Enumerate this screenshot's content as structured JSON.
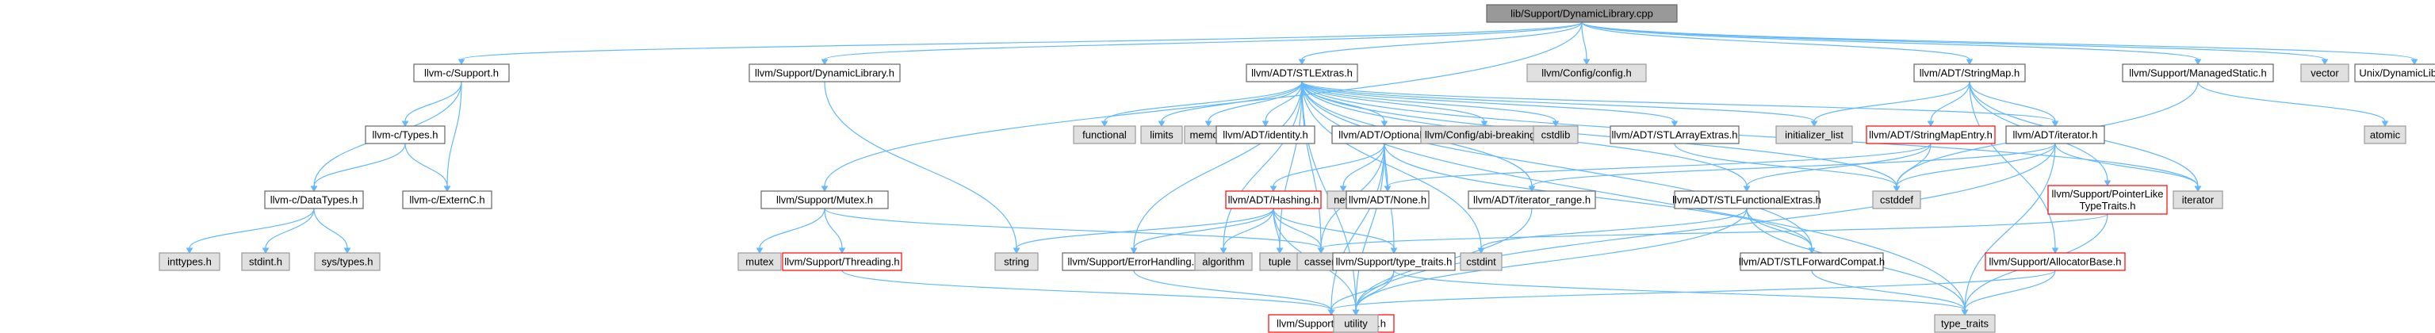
{
  "diagram": {
    "type": "include-dependency-graph",
    "colors": {
      "edge": "#63B8FF",
      "root_fill": "#999999",
      "root_border": "#666666",
      "internal_fill": "#ffffff",
      "internal_border": "#666666",
      "highlight_border": "#ff0000",
      "system_fill": "#e0e0e0",
      "system_border": "#999999"
    },
    "nodes": [
      {
        "id": "root",
        "label": "lib/Support/DynamicLibrary.cpp",
        "kind": "root"
      },
      {
        "id": "c_support",
        "label": "llvm-c/Support.h",
        "kind": "internal"
      },
      {
        "id": "support_dynlib",
        "label": "llvm/Support/DynamicLibrary.h",
        "kind": "internal"
      },
      {
        "id": "stlextras",
        "label": "llvm/ADT/STLExtras.h",
        "kind": "internal"
      },
      {
        "id": "config_config",
        "label": "llvm/Config/config.h",
        "kind": "system"
      },
      {
        "id": "stringmap",
        "label": "llvm/ADT/StringMap.h",
        "kind": "internal"
      },
      {
        "id": "managedstatic",
        "label": "llvm/Support/ManagedStatic.h",
        "kind": "internal"
      },
      {
        "id": "vector",
        "label": "vector",
        "kind": "system"
      },
      {
        "id": "unix_dynlib",
        "label": "Unix/DynamicLibrary.inc",
        "kind": "internal"
      },
      {
        "id": "c_types",
        "label": "llvm-c/Types.h",
        "kind": "internal"
      },
      {
        "id": "c_datatypes",
        "label": "llvm-c/DataTypes.h",
        "kind": "internal"
      },
      {
        "id": "c_externc",
        "label": "llvm-c/ExternC.h",
        "kind": "internal"
      },
      {
        "id": "inttypes",
        "label": "inttypes.h",
        "kind": "system"
      },
      {
        "id": "stdint_h",
        "label": "stdint.h",
        "kind": "system"
      },
      {
        "id": "systypes",
        "label": "sys/types.h",
        "kind": "system"
      },
      {
        "id": "support_mutex",
        "label": "llvm/Support/Mutex.h",
        "kind": "internal"
      },
      {
        "id": "mutex",
        "label": "mutex",
        "kind": "system"
      },
      {
        "id": "support_threading",
        "label": "llvm/Support/Threading.h",
        "kind": "highlight"
      },
      {
        "id": "functional",
        "label": "functional",
        "kind": "system"
      },
      {
        "id": "limits",
        "label": "limits",
        "kind": "system"
      },
      {
        "id": "memory",
        "label": "memory",
        "kind": "system"
      },
      {
        "id": "adt_identity",
        "label": "llvm/ADT/identity.h",
        "kind": "internal"
      },
      {
        "id": "adt_optional",
        "label": "llvm/ADT/Optional.h",
        "kind": "internal"
      },
      {
        "id": "config_abi",
        "label": "llvm/Config/abi-breaking.h",
        "kind": "system"
      },
      {
        "id": "cstdlib",
        "label": "cstdlib",
        "kind": "system"
      },
      {
        "id": "stlarrayextras",
        "label": "llvm/ADT/STLArrayExtras.h",
        "kind": "internal"
      },
      {
        "id": "initializer_list",
        "label": "initializer_list",
        "kind": "system"
      },
      {
        "id": "stringmapentry",
        "label": "llvm/ADT/StringMapEntry.h",
        "kind": "highlight"
      },
      {
        "id": "adt_iterator",
        "label": "llvm/ADT/iterator.h",
        "kind": "internal"
      },
      {
        "id": "atomic",
        "label": "atomic",
        "kind": "system"
      },
      {
        "id": "adt_hashing",
        "label": "llvm/ADT/Hashing.h",
        "kind": "highlight"
      },
      {
        "id": "new_h",
        "label": "new",
        "kind": "system"
      },
      {
        "id": "adt_none",
        "label": "llvm/ADT/None.h",
        "kind": "internal"
      },
      {
        "id": "iterator_range",
        "label": "llvm/ADT/iterator_range.h",
        "kind": "internal"
      },
      {
        "id": "stlfunctionalextras",
        "label": "llvm/ADT/STLFunctionalExtras.h",
        "kind": "internal"
      },
      {
        "id": "cstddef",
        "label": "cstddef",
        "kind": "system"
      },
      {
        "id": "pointerlike",
        "label": "llvm/Support/PointerLike\nTypeTraits.h",
        "kind": "highlight"
      },
      {
        "id": "iterator_sys",
        "label": "iterator",
        "kind": "system"
      },
      {
        "id": "string_sys",
        "label": "string",
        "kind": "system"
      },
      {
        "id": "errorhandling",
        "label": "llvm/Support/ErrorHandling.h",
        "kind": "internal"
      },
      {
        "id": "algorithm",
        "label": "algorithm",
        "kind": "system"
      },
      {
        "id": "tuple",
        "label": "tuple",
        "kind": "system"
      },
      {
        "id": "cassert",
        "label": "cassert",
        "kind": "system"
      },
      {
        "id": "support_typetraits",
        "label": "llvm/Support/type_traits.h",
        "kind": "internal"
      },
      {
        "id": "cstdint",
        "label": "cstdint",
        "kind": "system"
      },
      {
        "id": "stlforwardcompat",
        "label": "llvm/ADT/STLForwardCompat.h",
        "kind": "internal"
      },
      {
        "id": "allocatorbase",
        "label": "llvm/Support/AllocatorBase.h",
        "kind": "highlight"
      },
      {
        "id": "support_compiler",
        "label": "llvm/Support/Compiler.h",
        "kind": "highlight"
      },
      {
        "id": "utility",
        "label": "utility",
        "kind": "system"
      },
      {
        "id": "type_traits",
        "label": "type_traits",
        "kind": "system"
      }
    ],
    "edges": [
      [
        "root",
        "c_support"
      ],
      [
        "root",
        "support_dynlib"
      ],
      [
        "root",
        "stlextras"
      ],
      [
        "root",
        "config_config"
      ],
      [
        "root",
        "stringmap"
      ],
      [
        "root",
        "managedstatic"
      ],
      [
        "root",
        "vector"
      ],
      [
        "root",
        "unix_dynlib"
      ],
      [
        "root",
        "support_mutex"
      ],
      [
        "c_support",
        "c_types"
      ],
      [
        "c_support",
        "c_datatypes"
      ],
      [
        "c_support",
        "c_externc"
      ],
      [
        "c_types",
        "c_datatypes"
      ],
      [
        "c_types",
        "c_externc"
      ],
      [
        "c_datatypes",
        "inttypes"
      ],
      [
        "c_datatypes",
        "stdint_h"
      ],
      [
        "c_datatypes",
        "systypes"
      ],
      [
        "support_dynlib",
        "string_sys"
      ],
      [
        "stlextras",
        "functional"
      ],
      [
        "stlextras",
        "limits"
      ],
      [
        "stlextras",
        "memory"
      ],
      [
        "stlextras",
        "adt_identity"
      ],
      [
        "stlextras",
        "adt_optional"
      ],
      [
        "stlextras",
        "config_abi"
      ],
      [
        "stlextras",
        "cstdlib"
      ],
      [
        "stlextras",
        "stlarrayextras"
      ],
      [
        "stlextras",
        "initializer_list"
      ],
      [
        "stlextras",
        "adt_iterator"
      ],
      [
        "stlextras",
        "iterator_range"
      ],
      [
        "stlextras",
        "stlfunctionalextras"
      ],
      [
        "stlextras",
        "stlforwardcompat"
      ],
      [
        "stlextras",
        "algorithm"
      ],
      [
        "stlextras",
        "cassert"
      ],
      [
        "stlextras",
        "cstddef"
      ],
      [
        "stlextras",
        "cstdint"
      ],
      [
        "stlextras",
        "utility"
      ],
      [
        "stlextras",
        "type_traits"
      ],
      [
        "stlextras",
        "iterator_sys"
      ],
      [
        "stlextras",
        "tuple"
      ],
      [
        "stlextras",
        "errorhandling"
      ],
      [
        "adt_optional",
        "adt_hashing"
      ],
      [
        "adt_optional",
        "new_h"
      ],
      [
        "adt_optional",
        "adt_none"
      ],
      [
        "adt_optional",
        "support_typetraits"
      ],
      [
        "adt_optional",
        "cassert"
      ],
      [
        "adt_optional",
        "support_compiler"
      ],
      [
        "adt_optional",
        "utility"
      ],
      [
        "adt_optional",
        "stlforwardcompat"
      ],
      [
        "adt_hashing",
        "errorhandling"
      ],
      [
        "adt_hashing",
        "support_typetraits"
      ],
      [
        "adt_hashing",
        "string_sys"
      ],
      [
        "adt_hashing",
        "algorithm"
      ],
      [
        "adt_hashing",
        "tuple"
      ],
      [
        "adt_hashing",
        "cassert"
      ],
      [
        "adt_hashing",
        "utility"
      ],
      [
        "support_typetraits",
        "support_compiler"
      ],
      [
        "support_typetraits",
        "utility"
      ],
      [
        "support_typetraits",
        "type_traits"
      ],
      [
        "errorhandling",
        "support_compiler"
      ],
      [
        "support_threading",
        "support_compiler"
      ],
      [
        "support_mutex",
        "mutex"
      ],
      [
        "support_mutex",
        "support_threading"
      ],
      [
        "support_mutex",
        "cassert"
      ],
      [
        "stlarrayextras",
        "cstddef"
      ],
      [
        "stringmap",
        "initializer_list"
      ],
      [
        "stringmap",
        "stringmapentry"
      ],
      [
        "stringmap",
        "adt_iterator"
      ],
      [
        "stringmap",
        "pointerlike"
      ],
      [
        "stringmap",
        "allocatorbase"
      ],
      [
        "stringmap",
        "iterator_sys"
      ],
      [
        "stringmapentry",
        "stlfunctionalextras"
      ],
      [
        "stringmapentry",
        "cstddef"
      ],
      [
        "stringmapentry",
        "adt_none"
      ],
      [
        "adt_iterator",
        "iterator_range"
      ],
      [
        "adt_iterator",
        "iterator_sys"
      ],
      [
        "adt_iterator",
        "cstddef"
      ],
      [
        "adt_iterator",
        "type_traits"
      ],
      [
        "adt_iterator",
        "utility"
      ],
      [
        "iterator_range",
        "utility"
      ],
      [
        "stlfunctionalextras",
        "stlforwardcompat"
      ],
      [
        "stlfunctionalextras",
        "cstdint"
      ],
      [
        "stlfunctionalextras",
        "utility"
      ],
      [
        "stlfunctionalextras",
        "type_traits"
      ],
      [
        "stlforwardcompat",
        "type_traits"
      ],
      [
        "pointerlike",
        "cassert"
      ],
      [
        "pointerlike",
        "type_traits"
      ],
      [
        "allocatorbase",
        "support_compiler"
      ],
      [
        "allocatorbase",
        "type_traits"
      ],
      [
        "managedstatic",
        "atomic"
      ],
      [
        "managedstatic",
        "cstddef"
      ]
    ]
  }
}
